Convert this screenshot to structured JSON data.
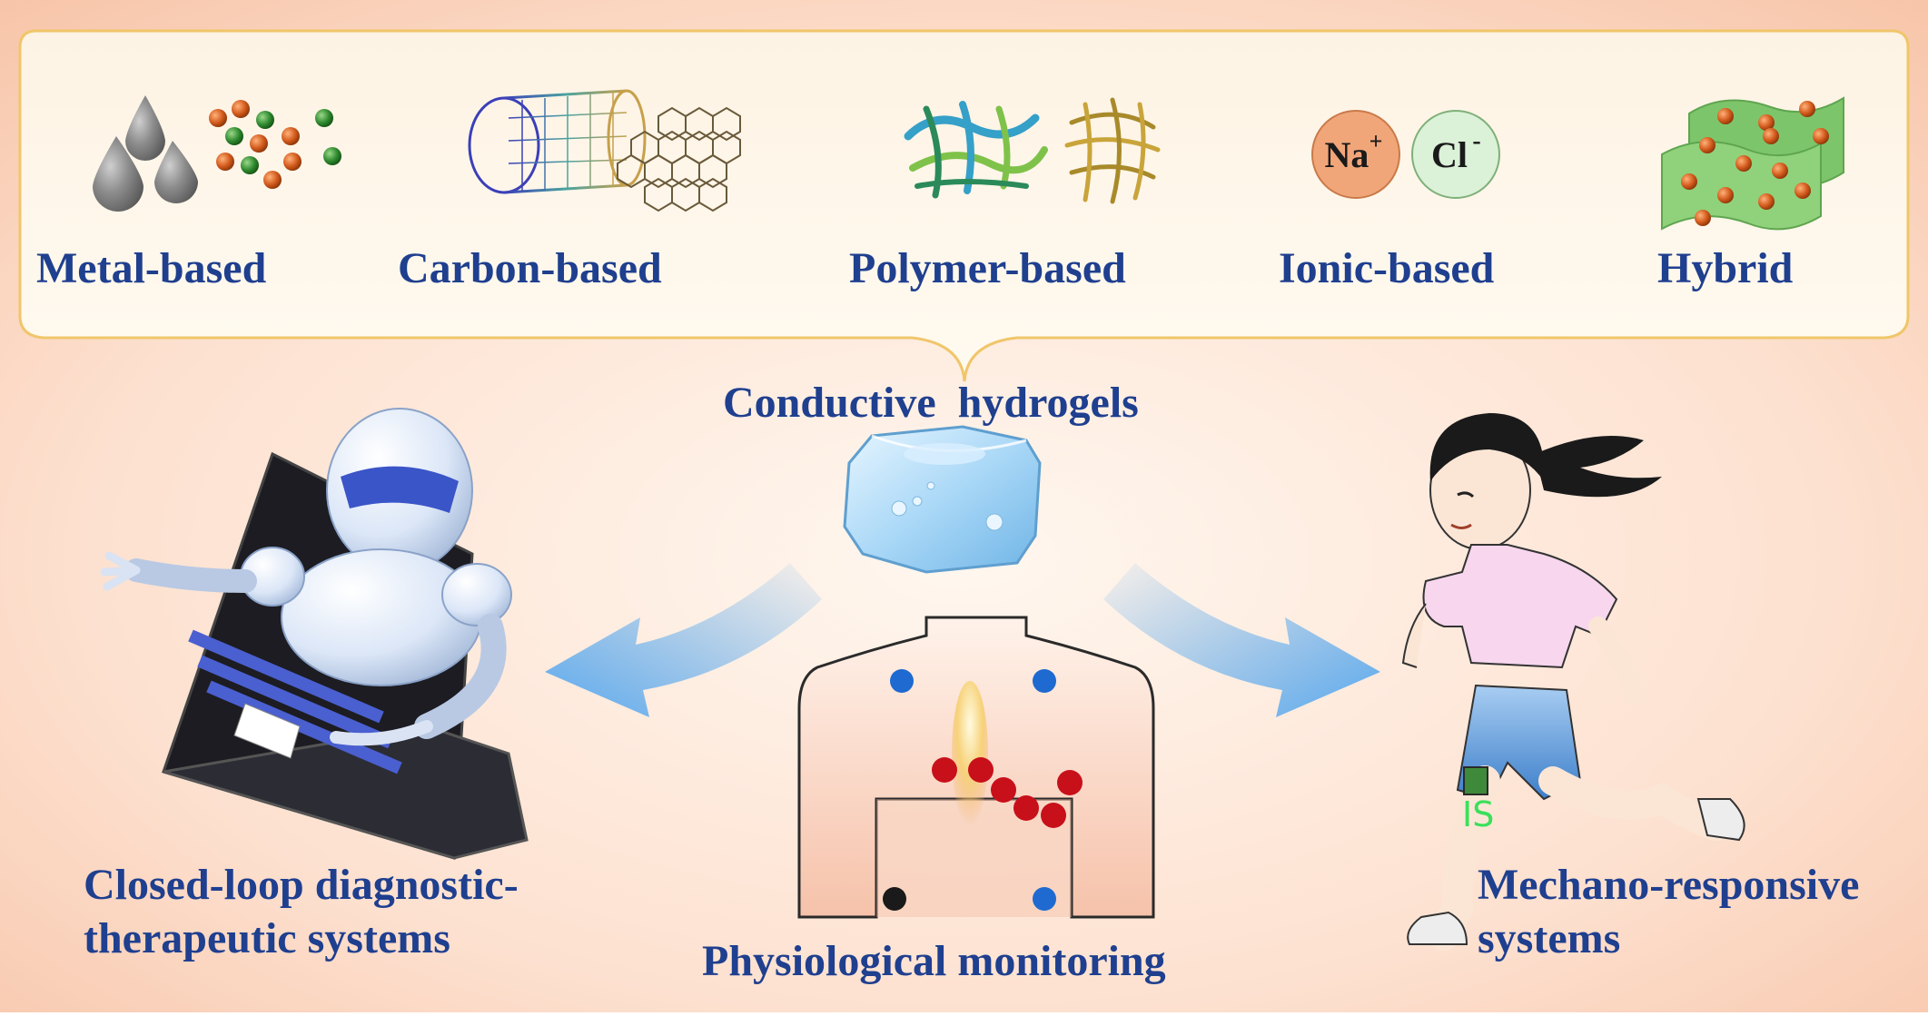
{
  "categories": [
    {
      "label": "Metal-based",
      "icon": "metal-droplets-nanoparticles-icon"
    },
    {
      "label": "Carbon-based",
      "icon": "carbon-nanotube-graphene-icon"
    },
    {
      "label": "Polymer-based",
      "icon": "polymer-network-icon"
    },
    {
      "label": "Ionic-based",
      "icon": "ion-pair-icon"
    },
    {
      "label": "Hybrid",
      "icon": "hybrid-sheets-icon"
    }
  ],
  "ions": {
    "sodium": "Na",
    "sodium_charge": "+",
    "chloride": "Cl",
    "chloride_charge": "-"
  },
  "center": {
    "label": "Conductive  hydrogels"
  },
  "applications": {
    "left": {
      "line1": "Closed-loop diagnostic-",
      "line2": "therapeutic systems"
    },
    "middle": {
      "label": "Physiological monitoring"
    },
    "right": {
      "line1": "Mechano-responsive",
      "line2": "systems"
    }
  },
  "sensor_tag": "IS",
  "colors": {
    "label_blue": "#1f3f8f",
    "top_panel": "#fdf7ea",
    "panel_border": "#f0c66a",
    "bottom_bg": "#fbd8c5",
    "arrow_blue": "#5aa9ee",
    "electrode_blue": "#1e6ad0",
    "electrode_red": "#c8101a",
    "sodium_fill": "#f1a679",
    "chloride_fill": "#dbf1d8",
    "hybrid_green": "#7dc56b",
    "nanoparticle_orange": "#d25a1c",
    "nanoparticle_green": "#2f8a2f"
  }
}
